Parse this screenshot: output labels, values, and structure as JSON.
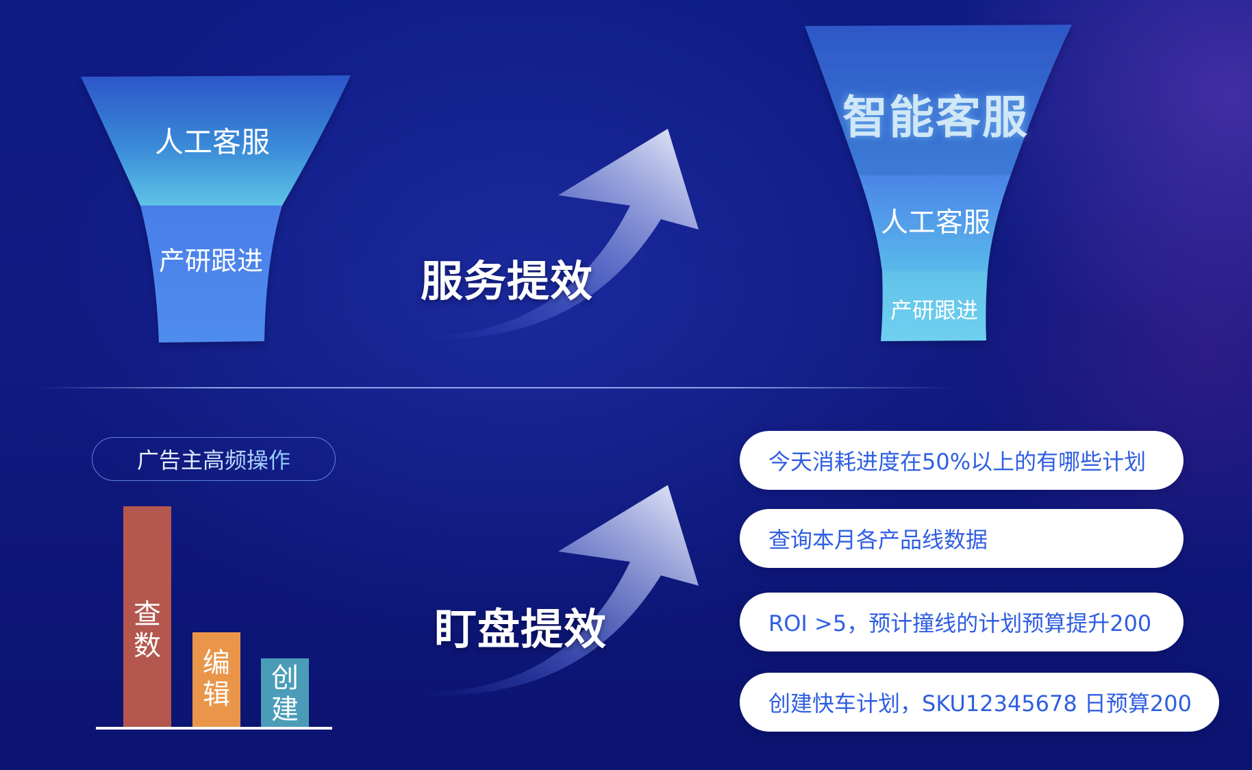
{
  "top_left_funnel": {
    "upper_label": "人工客服",
    "lower_label": "产研跟进"
  },
  "service_arrow": {
    "label": "服务提效"
  },
  "top_right_funnel": {
    "title": "智能客服",
    "middle_label": "人工客服",
    "lower_label": "产研跟进"
  },
  "advertiser_ops": {
    "tag": "广告主高频操作",
    "bars": [
      {
        "label_line1": "查",
        "label_line2": "数",
        "color": "#b4574e",
        "level": 1.0
      },
      {
        "label_line1": "编",
        "label_line2": "辑",
        "color": "#e9964a",
        "level": 0.43
      },
      {
        "label_line1": "创",
        "label_line2": "建",
        "color": "#4a9cb8",
        "level": 0.31
      }
    ]
  },
  "monitor_arrow": {
    "label": "盯盘提效"
  },
  "queries": [
    "今天消耗进度在50%以上的有哪些计划",
    "查询本月各产品线数据",
    "ROI >5，预计撞线的计划预算提升200",
    "创建快车计划，SKU12345678 日预算200"
  ],
  "colors": {
    "funnel_top": "#2f5fd0",
    "funnel_light": "#63c3ea",
    "funnel_blue": "#4a86ea",
    "query_text": "#2f5ee0"
  }
}
